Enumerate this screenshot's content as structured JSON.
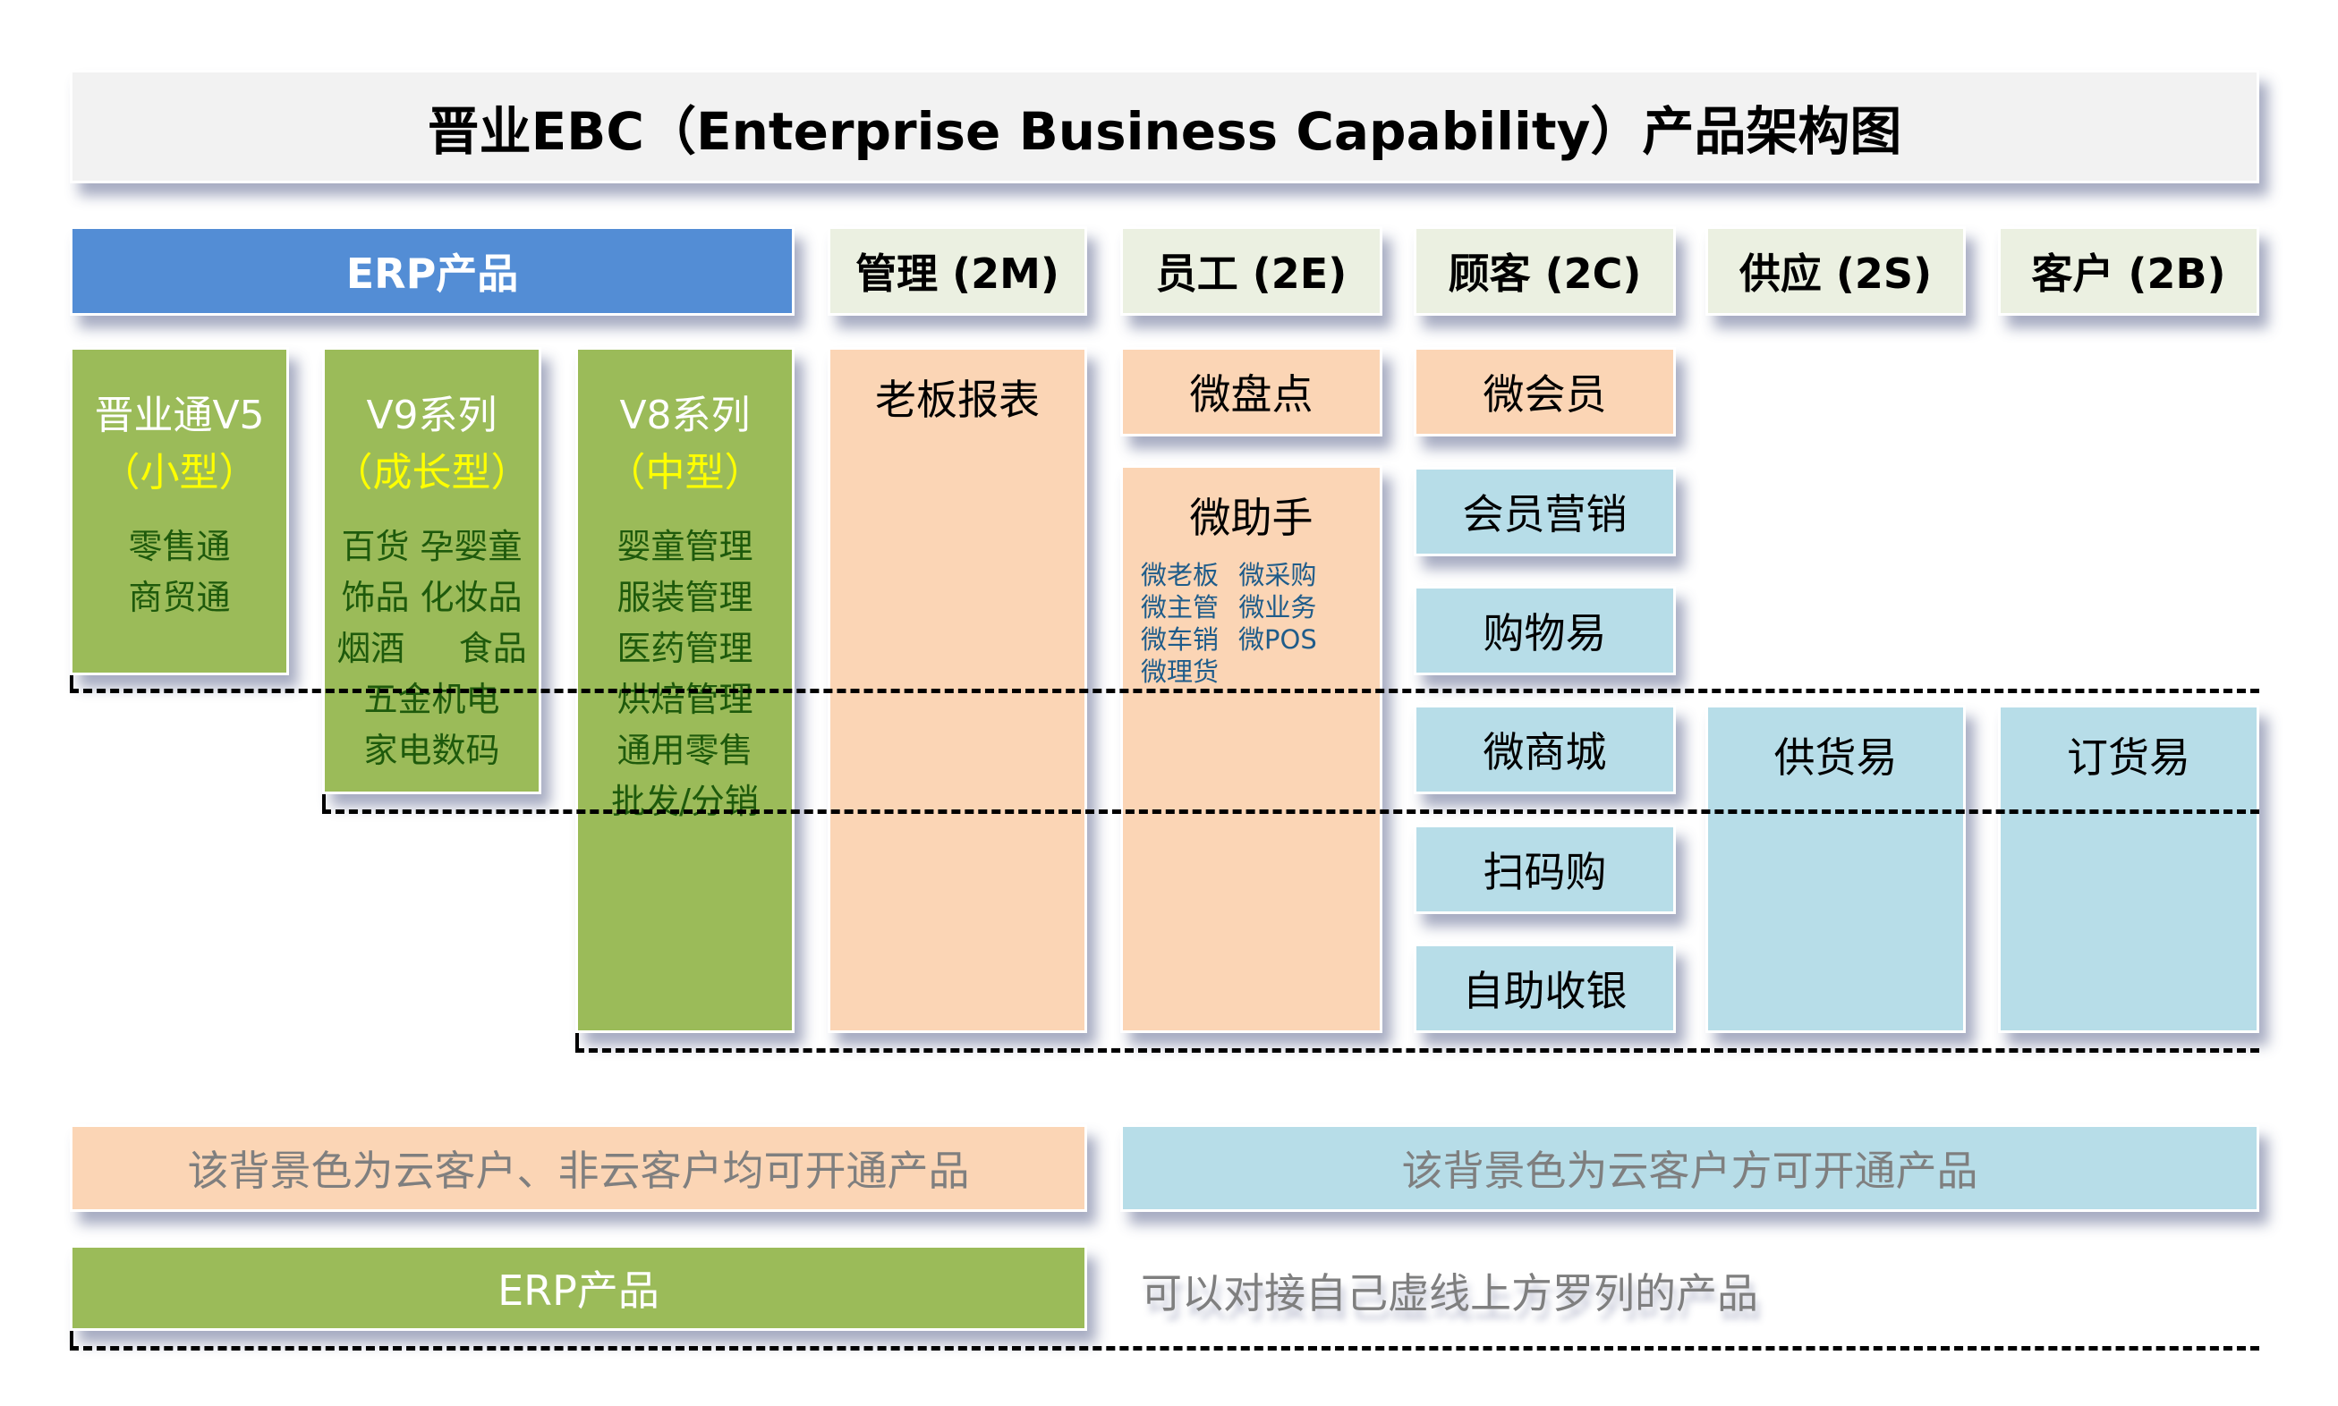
{
  "title": "晋业EBC（Enterprise Business Capability）产品架构图",
  "colors": {
    "header_blue": "#538dd5",
    "header_light": "#ebf0e1",
    "erp_green": "#9bbb59",
    "peach": "#fbd5b5",
    "light_blue": "#b7dde8",
    "yellow_text": "#ffff00",
    "dark_green_text": "#1e5a0c",
    "blue_text": "#1f5c8a"
  },
  "headers": {
    "erp": "ERP产品",
    "management": "管理 (2M)",
    "employee": "员工 (2E)",
    "customer_c": "顾客 (2C)",
    "supply": "供应 (2S)",
    "customer_b": "客户 (2B)"
  },
  "erp_columns": [
    {
      "name": "晋业通V5",
      "type": "（小型）",
      "items": [
        "零售通",
        "商贸通"
      ]
    },
    {
      "name": "V9系列",
      "type": "（成长型）",
      "items": [
        "百货 孕婴童",
        "饰品 化妆品",
        "烟酒     食品",
        "五金机电",
        "家电数码"
      ]
    },
    {
      "name": "V8系列",
      "type": "（中型）",
      "items": [
        "婴童管理",
        "服装管理",
        "医药管理",
        "烘焙管理",
        "通用零售",
        "批发/分销"
      ]
    }
  ],
  "management": {
    "boss_report": "老板报表"
  },
  "employee": {
    "stocktake": "微盘点",
    "assistant": {
      "name": "微助手",
      "items": [
        "微老板",
        "微采购",
        "微主管",
        "微业务",
        "微车销",
        "微POS",
        "微理货"
      ]
    }
  },
  "customer_c": [
    "微会员",
    "会员营销",
    "购物易",
    "微商城",
    "扫码购",
    "自助收银"
  ],
  "supply": {
    "product": "供货易"
  },
  "customer_b": {
    "product": "订货易"
  },
  "legend": {
    "peach_label": "该背景色为云客户、非云客户均可开通产品",
    "blue_label": "该背景色为云客户方可开通产品",
    "erp_label": "ERP产品",
    "erp_note": "可以对接自己虚线上方罗列的产品"
  }
}
